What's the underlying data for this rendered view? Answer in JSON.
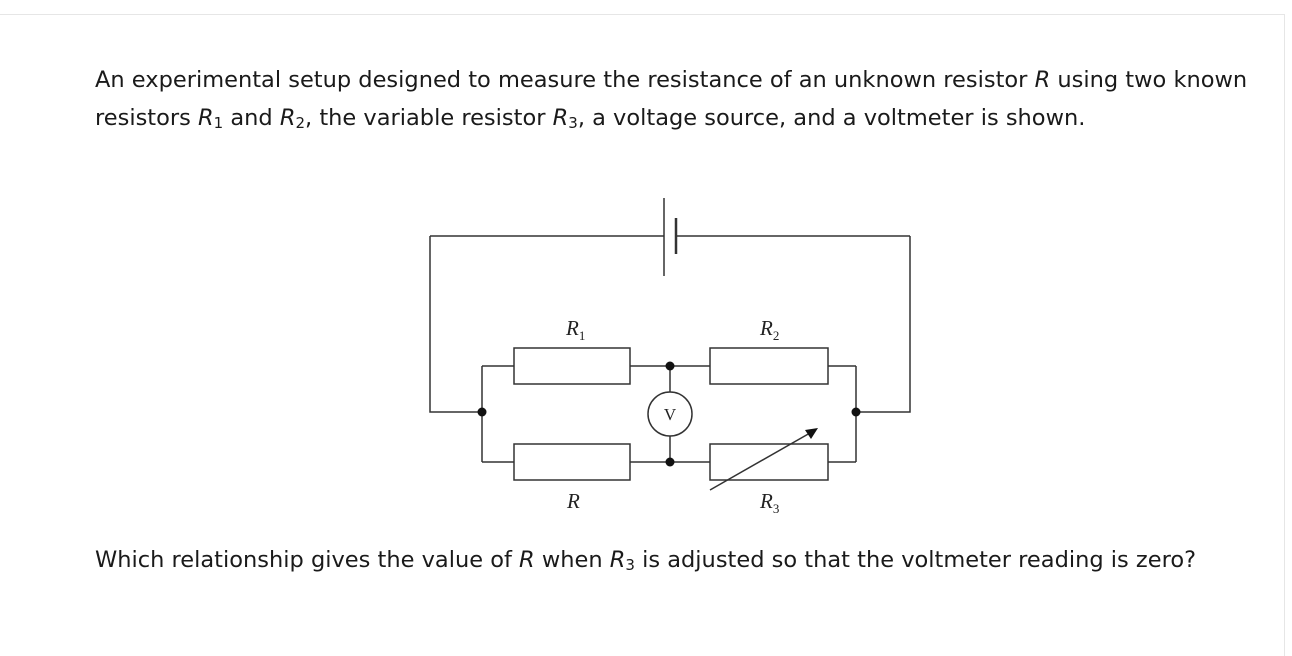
{
  "problem": {
    "intro": {
      "t1": "An experimental setup designed to measure the resistance of an unknown resistor ",
      "var_R": "R",
      "t2": " using two known resistors ",
      "var_R1": "R",
      "sub_1": "1",
      "t3": " and ",
      "var_R2": "R",
      "sub_2": "2",
      "t4": ", the variable resistor ",
      "var_R3": "R",
      "sub_3": "3",
      "t5": ", a voltage source, and a voltmeter is shown."
    },
    "question": {
      "t1": "Which relationship gives the value of ",
      "var_R": "R",
      "t2": " when ",
      "var_R3": "R",
      "sub_3": "3",
      "t3": " is adjusted so that the voltmeter reading is zero?"
    }
  },
  "diagram": {
    "labels": {
      "r1": "R",
      "r1_sub": "1",
      "r2": "R",
      "r2_sub": "2",
      "r": "R",
      "r3": "R",
      "r3_sub": "3",
      "voltmeter": "V"
    }
  }
}
